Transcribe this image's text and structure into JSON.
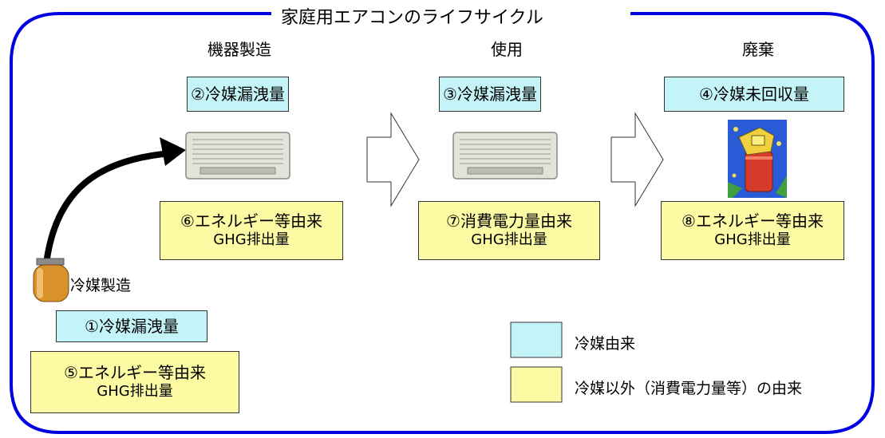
{
  "title": "家庭用エアコンのライフサイクル",
  "stages": {
    "manufacturing": "機器製造",
    "use": "使用",
    "disposal": "廃棄"
  },
  "refrigerant_production_label": "冷媒製造",
  "boxes": {
    "b1": {
      "line1": "①冷媒漏洩量"
    },
    "b2": {
      "line1": "②冷媒漏洩量"
    },
    "b3": {
      "line1": "③冷媒漏洩量"
    },
    "b4": {
      "line1": "④冷媒未回収量"
    },
    "b5": {
      "line1": "⑤エネルギー等由来",
      "line2": "GHG排出量"
    },
    "b6": {
      "line1": "⑥エネルギー等由来",
      "line2": "GHG排出量"
    },
    "b7": {
      "line1": "⑦消費電力量由来",
      "line2": "GHG排出量"
    },
    "b8": {
      "line1": "⑧エネルギー等由来",
      "line2": "GHG排出量"
    }
  },
  "legend": {
    "refrigerant": "冷媒由来",
    "non_refrigerant": "冷媒以外（消費電力量等）の由来"
  },
  "colors": {
    "refrigerant_origin": "#c4f4f8",
    "non_refrigerant_origin": "#fdfaa4",
    "frame": "#0000e0"
  }
}
